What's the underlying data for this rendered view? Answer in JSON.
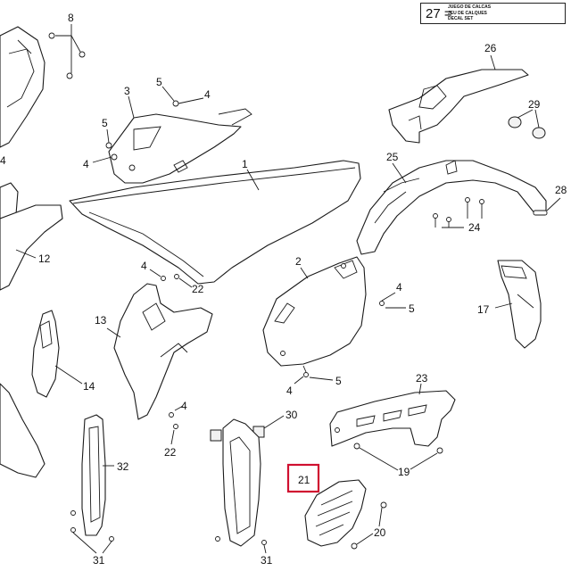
{
  "legend": {
    "number_label": "27 =",
    "lines": [
      "JUEGO DE CALCAS",
      "JEU DE CALQUES",
      "DECAL SET"
    ]
  },
  "callouts": [
    {
      "id": "c8",
      "text": "8"
    },
    {
      "id": "c3",
      "text": "3"
    },
    {
      "id": "c5a",
      "text": "5"
    },
    {
      "id": "c4a",
      "text": "4"
    },
    {
      "id": "c5b",
      "text": "5"
    },
    {
      "id": "c4b",
      "text": "4"
    },
    {
      "id": "c26",
      "text": "26"
    },
    {
      "id": "c29",
      "text": "29"
    },
    {
      "id": "c1",
      "text": "1"
    },
    {
      "id": "c25",
      "text": "25"
    },
    {
      "id": "c28",
      "text": "28"
    },
    {
      "id": "c24",
      "text": "24"
    },
    {
      "id": "c12",
      "text": "12"
    },
    {
      "id": "c4c",
      "text": "4"
    },
    {
      "id": "c22a",
      "text": "22"
    },
    {
      "id": "c2",
      "text": "2"
    },
    {
      "id": "c4d",
      "text": "4"
    },
    {
      "id": "c5c",
      "text": "5"
    },
    {
      "id": "c17",
      "text": "17"
    },
    {
      "id": "c13",
      "text": "13"
    },
    {
      "id": "c14",
      "text": "14"
    },
    {
      "id": "c4e",
      "text": "4"
    },
    {
      "id": "c5d",
      "text": "5"
    },
    {
      "id": "c23",
      "text": "23"
    },
    {
      "id": "c4f",
      "text": "4"
    },
    {
      "id": "c30",
      "text": "30"
    },
    {
      "id": "c22b",
      "text": "22"
    },
    {
      "id": "c19",
      "text": "19"
    },
    {
      "id": "c32",
      "text": "32"
    },
    {
      "id": "c21",
      "text": "21"
    },
    {
      "id": "c20",
      "text": "20"
    },
    {
      "id": "c31a",
      "text": "31"
    },
    {
      "id": "c31b",
      "text": "31"
    },
    {
      "id": "c4g",
      "text": "4"
    }
  ],
  "highlight": {
    "part": "21",
    "color": "#d01030"
  }
}
